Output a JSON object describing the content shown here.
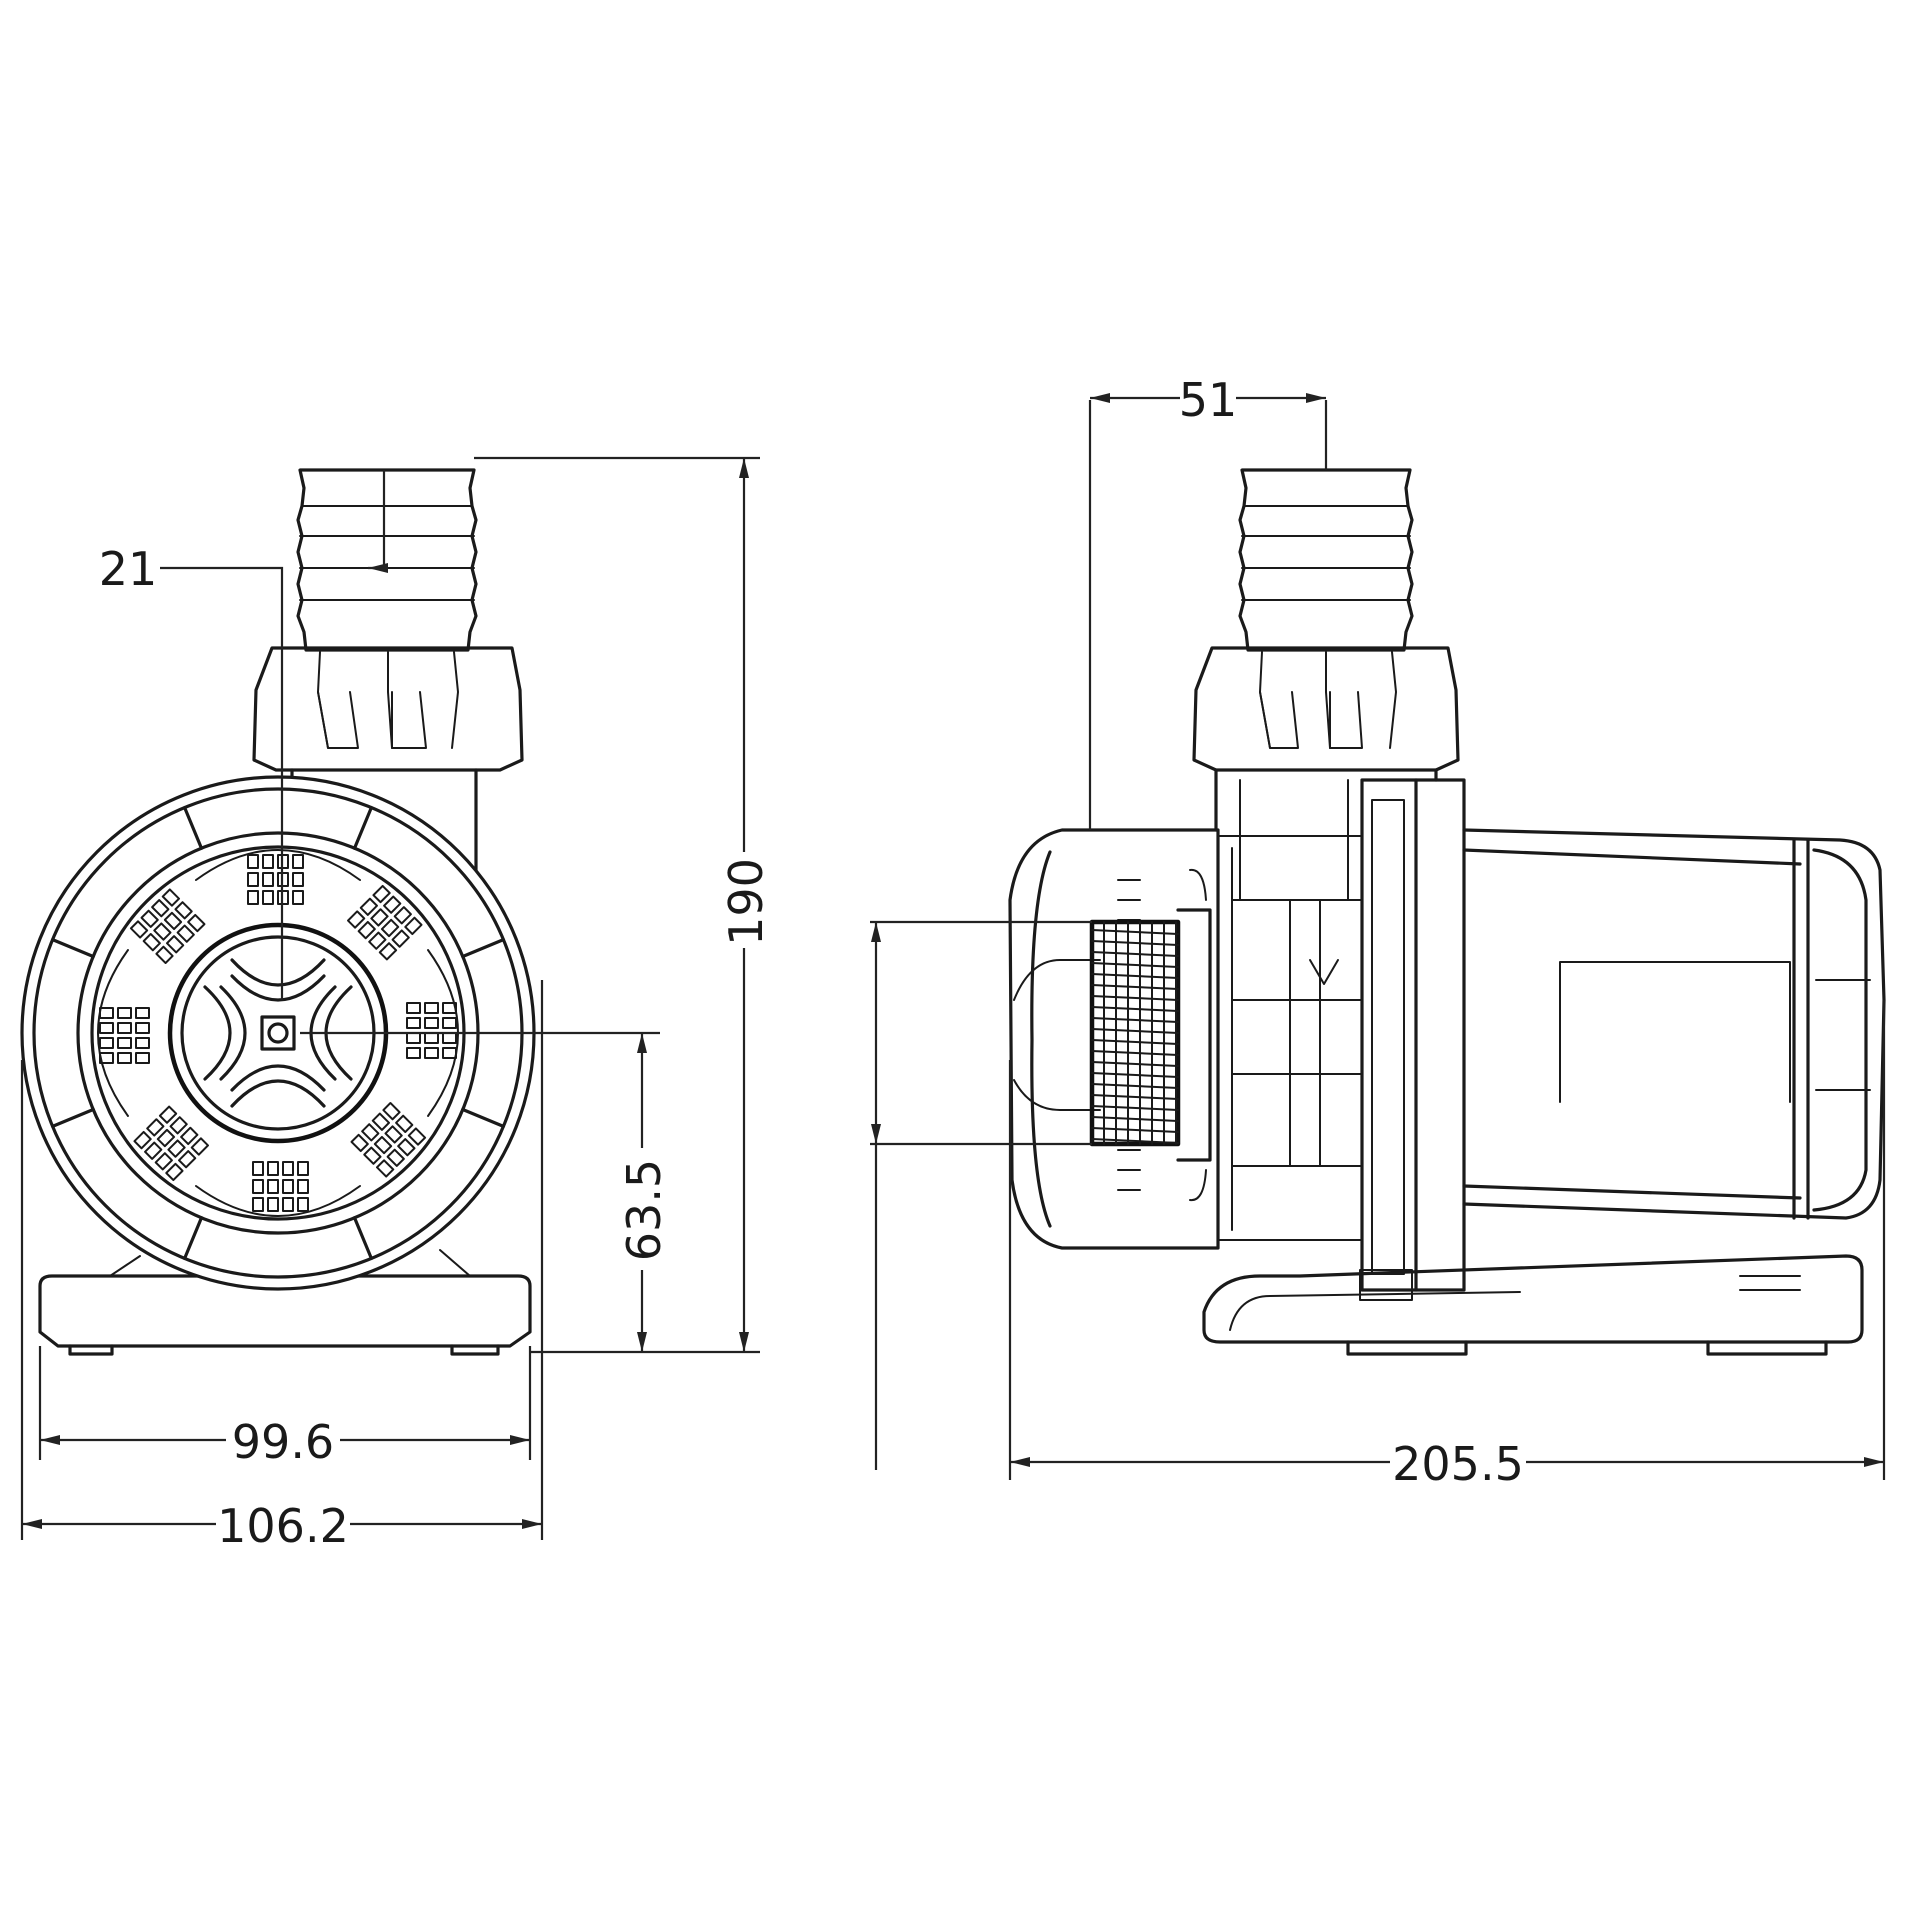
{
  "dimensions": {
    "outlet_diameter": "21",
    "total_height": "190",
    "inlet_center_height": "63.5",
    "base_width": "99.6",
    "overall_width": "106.2",
    "outlet_offset": "51",
    "overall_length": "205.5"
  }
}
